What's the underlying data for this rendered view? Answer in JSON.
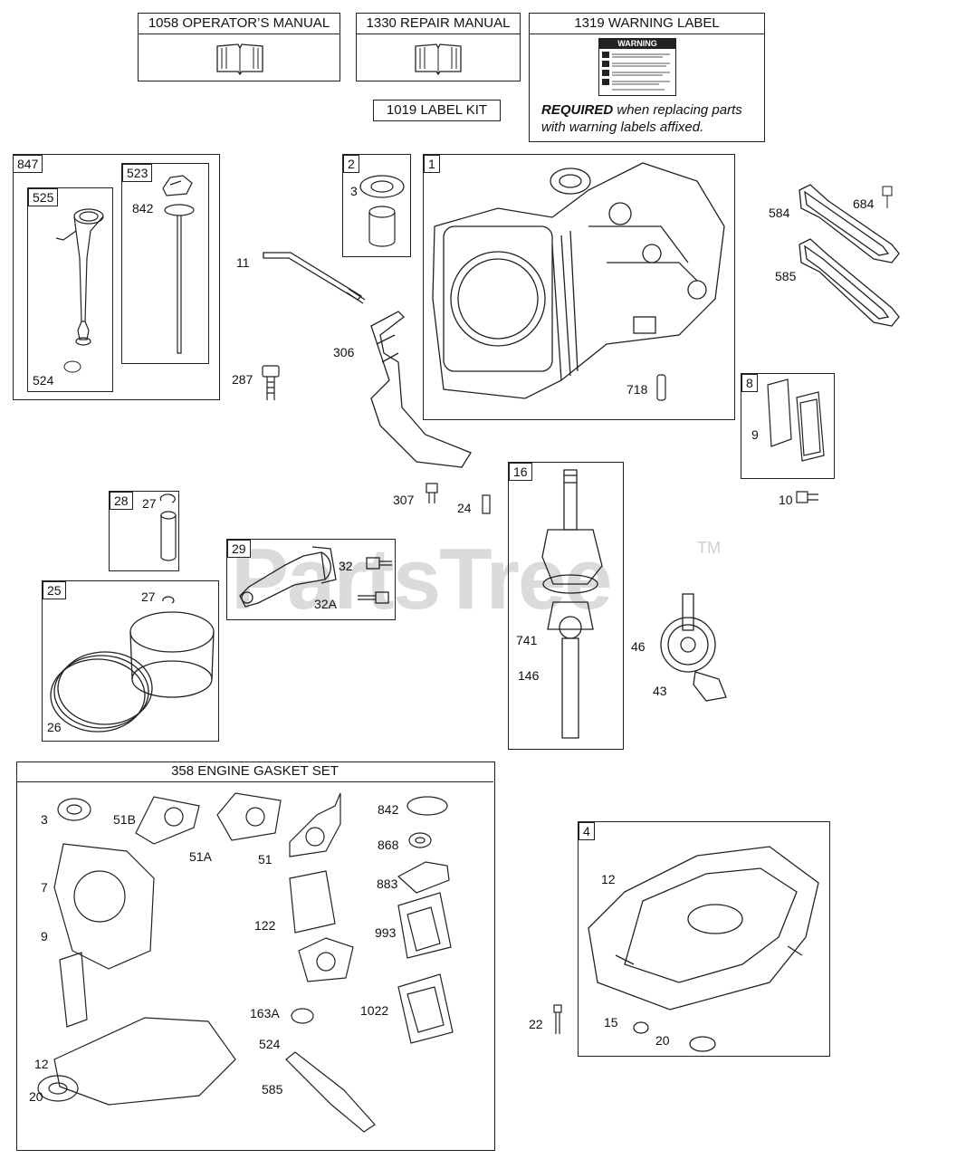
{
  "manuals": {
    "operators": "1058 OPERATOR’S MANUAL",
    "repair": "1330 REPAIR MANUAL",
    "warning": "1319 WARNING LABEL",
    "label_kit": "1019 LABEL KIT",
    "warning_sticker_title": "WARNING",
    "required_bold": "REQUIRED",
    "required_rest": " when replacing parts",
    "required_line2": "with warning labels affixed."
  },
  "watermark": {
    "text": "PartsTree",
    "tm": "TM"
  },
  "groups": {
    "g847": "847",
    "g523": "523",
    "g525": "525",
    "g2": "2",
    "g1": "1",
    "g8": "8",
    "g28": "28",
    "g29": "29",
    "g25": "25",
    "g16": "16",
    "g4": "4"
  },
  "gasket_set_title": "358 ENGINE GASKET SET",
  "labels": {
    "l842a": "842",
    "l524": "524",
    "l3a": "3",
    "l11": "11",
    "l287": "287",
    "l306": "306",
    "l718": "718",
    "l584": "584",
    "l684": "684",
    "l585a": "585",
    "l9a": "9",
    "l10": "10",
    "l307": "307",
    "l24": "24",
    "l27a": "27",
    "l32": "32",
    "l32A": "32A",
    "l27b": "27",
    "l26": "26",
    "l741": "741",
    "l146": "146",
    "l46": "46",
    "l43": "43",
    "l3b": "3",
    "l51B": "51B",
    "l51A": "51A",
    "l51": "51",
    "l842b": "842",
    "l868": "868",
    "l883": "883",
    "l7": "7",
    "l122": "122",
    "l993": "993",
    "l9b": "9",
    "l163A": "163A",
    "l1022": "1022",
    "l524b": "524",
    "l12a": "12",
    "l585b": "585",
    "l20a": "20",
    "l12b": "12",
    "l22": "22",
    "l15": "15",
    "l20b": "20"
  }
}
